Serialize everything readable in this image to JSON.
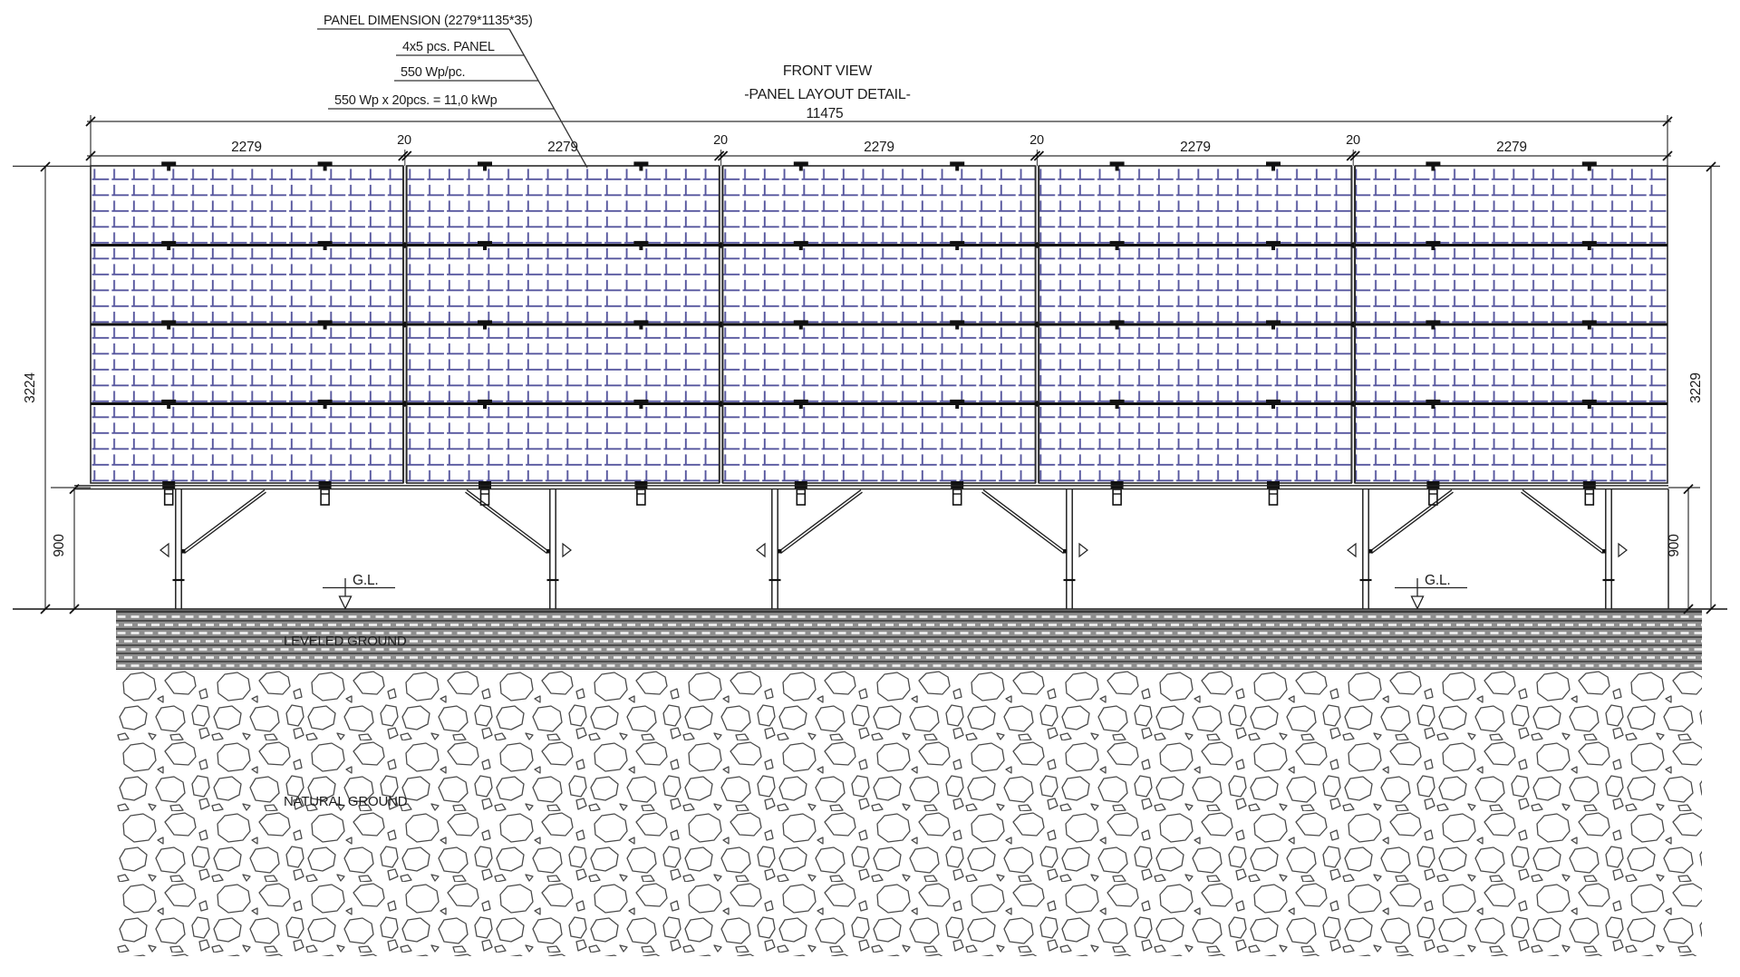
{
  "title": {
    "view": "FRONT VIEW",
    "subtitle": "-PANEL LAYOUT DETAIL-"
  },
  "callout": {
    "panel_dimension": "PANEL DIMENSION (2279*1135*35)",
    "panel_count": "4x5 pcs. PANEL",
    "panel_power": "550 Wp/pc.",
    "total_power": "550 Wp x 20pcs. = 11,0 kWp"
  },
  "dimensions": {
    "total_width": "11475",
    "panel_widths": [
      "2279",
      "2279",
      "2279",
      "2279",
      "2279"
    ],
    "gaps": [
      "20",
      "20",
      "20",
      "20"
    ],
    "height_left": "3224",
    "height_right": "3229",
    "clearance_left": "900",
    "clearance_right": "900"
  },
  "ground": {
    "gl_left": "G.L.",
    "gl_right": "G.L.",
    "leveled": "LEVELED GROUND",
    "natural": "NATURAL GROUND"
  },
  "colors": {
    "line": "#1f1f1f",
    "cell_blue": "#56569e",
    "leveled_gray": "#8f8f8f",
    "stone_outline": "#4a4a4a"
  }
}
